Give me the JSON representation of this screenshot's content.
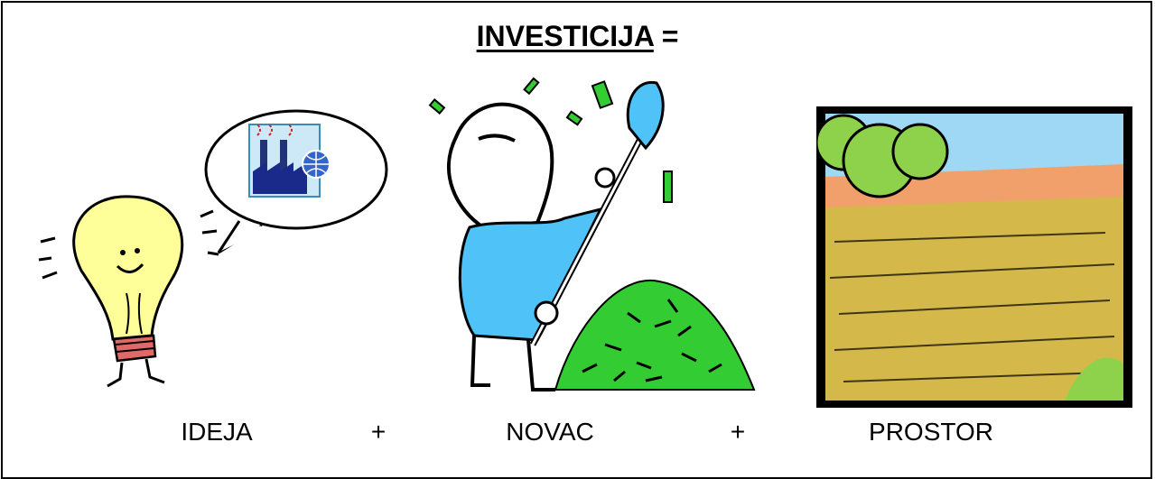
{
  "title": {
    "word": "INVESTICIJA",
    "suffix": " ="
  },
  "labels": {
    "idea": "IDEJA",
    "money": "NOVAC",
    "space": "PROSTOR"
  },
  "operators": {
    "plus1": "+",
    "plus2": "+"
  },
  "illustrations": {
    "idea": "lightbulb-with-factory-thought-bubble",
    "money": "man-shoveling-money",
    "space": "field-landscape"
  },
  "colors": {
    "bulb": "#ffff99",
    "shirt": "#4fc3f7",
    "money": "#33cc33",
    "sky": "#9fd8f5",
    "field": "#d4b84a",
    "stripe": "#f2a06b",
    "tree": "#8ed14a"
  }
}
